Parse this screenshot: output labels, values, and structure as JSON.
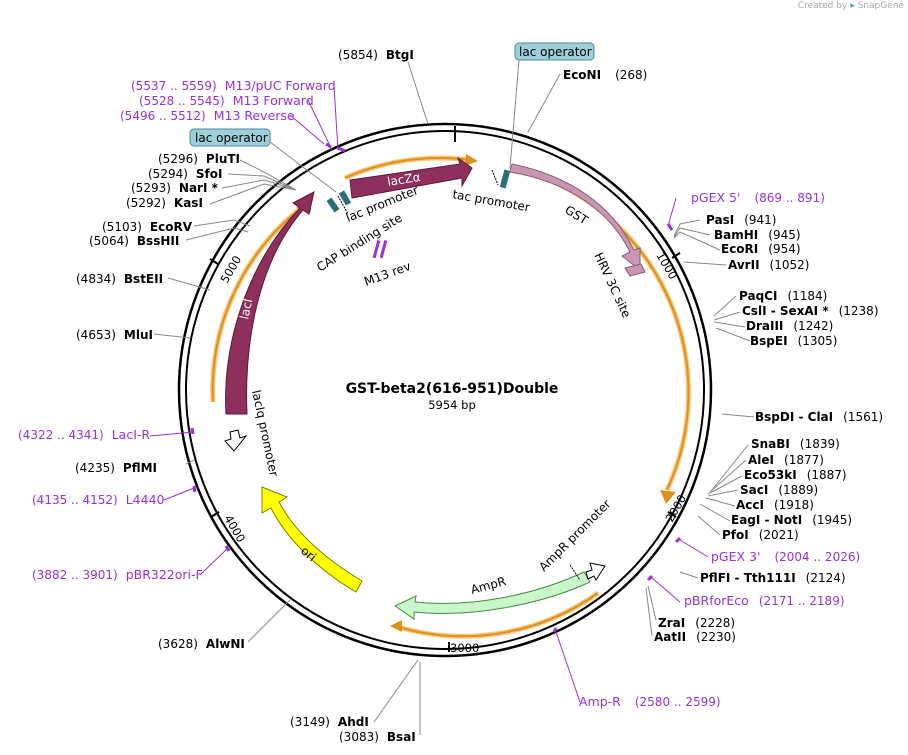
{
  "credit": {
    "prefix": "Created by",
    "brand": "SnapGene"
  },
  "plasmid": {
    "name": "GST-beta2(616-951)Double",
    "length_label": "5954 bp",
    "length": 5954
  },
  "ticks": [
    "1000",
    "2000",
    "3000",
    "4000",
    "5000"
  ],
  "sites": [
    {
      "pos": "(5854)",
      "name": "BtgI"
    },
    {
      "pos": "(268)",
      "name": "EcoNI"
    },
    {
      "pos": "(5296)",
      "name": "PluTI"
    },
    {
      "pos": "(5294)",
      "name": "SfoI"
    },
    {
      "pos": "(5293)",
      "name": "NarI *"
    },
    {
      "pos": "(5292)",
      "name": "KasI"
    },
    {
      "pos": "(5103)",
      "name": "EcoRV"
    },
    {
      "pos": "(5064)",
      "name": "BssHII"
    },
    {
      "pos": "(4834)",
      "name": "BstEII"
    },
    {
      "pos": "(4653)",
      "name": "MluI"
    },
    {
      "pos": "(4235)",
      "name": "PflMI"
    },
    {
      "pos": "(3628)",
      "name": "AlwNI"
    },
    {
      "pos": "(3149)",
      "name": "AhdI"
    },
    {
      "pos": "(3083)",
      "name": "BsaI"
    },
    {
      "pos": "(941)",
      "name": "PasI"
    },
    {
      "pos": "(945)",
      "name": "BamHI"
    },
    {
      "pos": "(954)",
      "name": "EcoRI"
    },
    {
      "pos": "(1052)",
      "name": "AvrII"
    },
    {
      "pos": "(1184)",
      "name": "PaqCI"
    },
    {
      "pos": "(1238)",
      "name": "CslI  - SexAI *"
    },
    {
      "pos": "(1242)",
      "name": "DraIII"
    },
    {
      "pos": "(1305)",
      "name": "BspEI"
    },
    {
      "pos": "(1561)",
      "name": "BspDI  - ClaI"
    },
    {
      "pos": "(1839)",
      "name": "SnaBI"
    },
    {
      "pos": "(1877)",
      "name": "AleI"
    },
    {
      "pos": "(1887)",
      "name": "Eco53kI"
    },
    {
      "pos": "(1889)",
      "name": "SacI"
    },
    {
      "pos": "(1918)",
      "name": "AccI"
    },
    {
      "pos": "(1945)",
      "name": "EagI  - NotI"
    },
    {
      "pos": "(2021)",
      "name": "PfoI"
    },
    {
      "pos": "(2124)",
      "name": "PflFI  - Tth111I"
    },
    {
      "pos": "(2228)",
      "name": "ZraI"
    },
    {
      "pos": "(2230)",
      "name": "AatII"
    }
  ],
  "primers": [
    {
      "range": "(5537 .. 5559)",
      "name": "M13/pUC Forward"
    },
    {
      "range": "(5528 .. 5545)",
      "name": "M13 Forward"
    },
    {
      "range": "(5496 .. 5512)",
      "name": "M13 Reverse"
    },
    {
      "range": "(869 .. 891)",
      "name": "pGEX 5'"
    },
    {
      "range": "(4322 .. 4341)",
      "name": "LacI-R"
    },
    {
      "range": "(4135 .. 4152)",
      "name": "L4440"
    },
    {
      "range": "(3882 .. 3901)",
      "name": "pBR322ori-F"
    },
    {
      "range": "(2004 .. 2026)",
      "name": "pGEX 3'"
    },
    {
      "range": "(2171 .. 2189)",
      "name": "pBRforEco"
    },
    {
      "range": "(2580 .. 2599)",
      "name": "Amp-R"
    }
  ],
  "features": {
    "lac_operator_1": "lac operator",
    "lac_operator_2": "lac operator",
    "lacZa": "lacZα",
    "lac_promoter": "lac promoter",
    "cap_site": "CAP binding site",
    "m13_rev": "M13 rev",
    "tac_promoter": "tac promoter",
    "gst": "GST",
    "hrv": "HRV 3C site",
    "lacI": "lacI",
    "laciq": "lacIq promoter",
    "ori": "ori",
    "ampr": "AmpR",
    "ampr_promoter": "AmpR promoter"
  },
  "colors": {
    "primer": "#9b30d9",
    "lacI": "#8f2f5e",
    "gst": "#c997b3",
    "ampr": "#c9f7c9",
    "ori": "#ffff00",
    "orf": "#f5a623",
    "operator": "#9ccfd9",
    "ring": "#000000"
  }
}
